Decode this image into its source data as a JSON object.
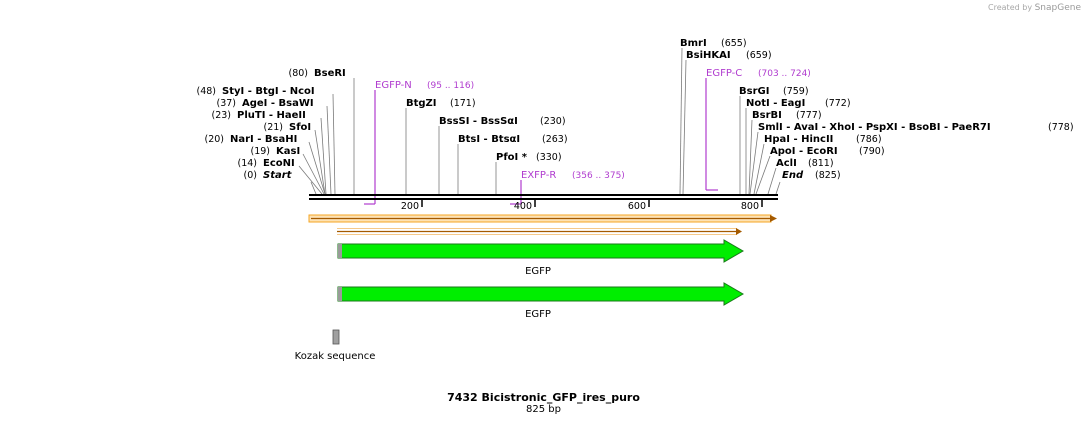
{
  "credit": {
    "text": "Created by",
    "brand": "SnapGene"
  },
  "map": {
    "title": "7432 Bicistronic_GFP_ires_puro",
    "length": "825 bp",
    "total_bp": 825,
    "ticks": [
      "200",
      "400",
      "600",
      "800"
    ],
    "tick_values": [
      200,
      400,
      600,
      800
    ]
  },
  "enzymes_left": [
    {
      "pos": "(80)",
      "name": "BseRI",
      "cut": 80
    },
    {
      "pos": "(48)",
      "name": "StyI  - BtgI  - NcoI",
      "cut": 48
    },
    {
      "pos": "(37)",
      "name": "AgeI  - BsaWI",
      "cut": 37
    },
    {
      "pos": "(23)",
      "name": "PluTI  - HaeII",
      "cut": 23
    },
    {
      "pos": "(21)",
      "name": "SfoI",
      "cut": 21
    },
    {
      "pos": "(20)",
      "name": "NarI  - BsaHI",
      "cut": 20
    },
    {
      "pos": "(19)",
      "name": "KasI",
      "cut": 19
    },
    {
      "pos": "(14)",
      "name": "EcoNI",
      "cut": 14
    },
    {
      "pos": "(0)",
      "name": "Start",
      "cut": 0
    }
  ],
  "enzymes_mid": [
    {
      "name": "BtgZI",
      "pos": "(171)",
      "cut": 171
    },
    {
      "name": "BssSI  - BssSαI",
      "pos": "(230)",
      "cut": 230
    },
    {
      "name": "BtsI  - BtsαI",
      "pos": "(263)",
      "cut": 263
    },
    {
      "name": "PfoI *",
      "pos": "(330)",
      "cut": 330
    }
  ],
  "enzymes_right": [
    {
      "name": "BmrI",
      "pos": "(655)",
      "cut": 655
    },
    {
      "name": "BsiHKAI",
      "pos": "(659)",
      "cut": 659
    },
    {
      "name": "BsrGI",
      "pos": "(759)",
      "cut": 759
    },
    {
      "name": "NotI  - EagI",
      "pos": "(772)",
      "cut": 772
    },
    {
      "name": "BsrBI",
      "pos": "(777)",
      "cut": 777
    },
    {
      "name": "SmlI  - AvaI  - XhoI  - PspXI  - BsoBI  - PaeR7I",
      "pos": "(778)",
      "cut": 778
    },
    {
      "name": "HpaI  - HincII",
      "pos": "(786)",
      "cut": 786
    },
    {
      "name": "ApoI  - EcoRI",
      "pos": "(790)",
      "cut": 790
    },
    {
      "name": "AclI",
      "pos": "(811)",
      "cut": 811
    },
    {
      "name": "End",
      "pos": "(825)",
      "cut": 825
    }
  ],
  "primers": [
    {
      "name": "EGFP-N",
      "range": "(95 .. 116)",
      "start": 95,
      "end": 116
    },
    {
      "name": "EGFP-C",
      "range": "(703 .. 724)",
      "start": 703,
      "end": 724
    },
    {
      "name": "EXFP-R",
      "range": "(356 .. 375)",
      "start": 356,
      "end": 375
    }
  ],
  "features": [
    {
      "label": "EGFP",
      "start": 50,
      "end": 766
    },
    {
      "label": "EGFP",
      "start": 50,
      "end": 766
    },
    {
      "label": "Kozak sequence",
      "start": 43,
      "end": 52
    }
  ],
  "colors": {
    "feature_green": "#00ee00",
    "orf_orange": "#f5a623",
    "primer_purple": "#b03ccf",
    "backbone": "#000000"
  }
}
